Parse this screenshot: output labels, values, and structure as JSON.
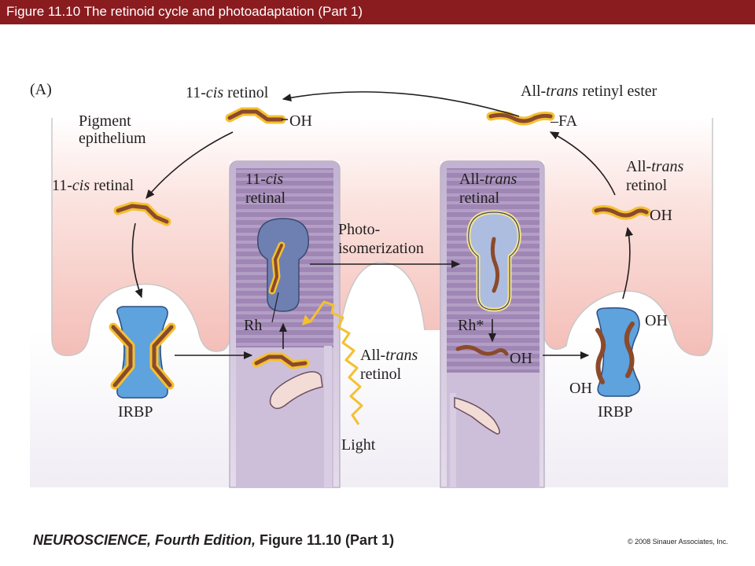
{
  "title": "Figure 11.10  The retinoid cycle and photoadaptation (Part 1)",
  "diagram": {
    "panel_label": "(A)",
    "labels": {
      "top_left_prefix": "11-",
      "top_left_italic": "cis",
      "top_left_suffix": " retinol",
      "top_right_prefix": "All-",
      "top_right_italic": "trans",
      "top_right_suffix": " retinyl ester",
      "pigment_line1": "Pigment",
      "pigment_line2": "epithelium",
      "left_retinal_prefix": "11-",
      "left_retinal_italic": "cis",
      "left_retinal_suffix": " retinal",
      "rod_left_line1_prefix": "11-",
      "rod_left_line1_italic": "cis",
      "rod_left_line2": "retinal",
      "rod_right_line1_prefix": "All-",
      "rod_right_line1_italic": "trans",
      "rod_right_line2": "retinal",
      "right_retinol_line1_prefix": "All-",
      "right_retinol_line1_italic": "trans",
      "right_retinol_line2": "retinol",
      "photo_line1": "Photo-",
      "photo_line2": "isomerization",
      "rh": "Rh",
      "rh_star": "Rh*",
      "mid_retinol_line1_prefix": "All-",
      "mid_retinol_line1_italic": "trans",
      "mid_retinol_line2": "retinol",
      "irbp_left": "IRBP",
      "irbp_right": "IRBP",
      "light": "Light",
      "oh": "OH",
      "fa": "FA"
    }
  },
  "footer": {
    "book": "NEUROSCIENCE, Fourth Edition,",
    "figure": " Figure 11.10 (Part 1)",
    "copyright": "© 2008 Sinauer Associates, Inc."
  },
  "colors": {
    "title_bar": "#8a1c1f",
    "epithelium": "#f5c5c0",
    "rod_outer": "#9d86b0",
    "rhodopsin": "#6a7fb0",
    "irbp": "#5da0dc",
    "retinoid": "#8b4a2b",
    "glow": "#f5c030"
  }
}
